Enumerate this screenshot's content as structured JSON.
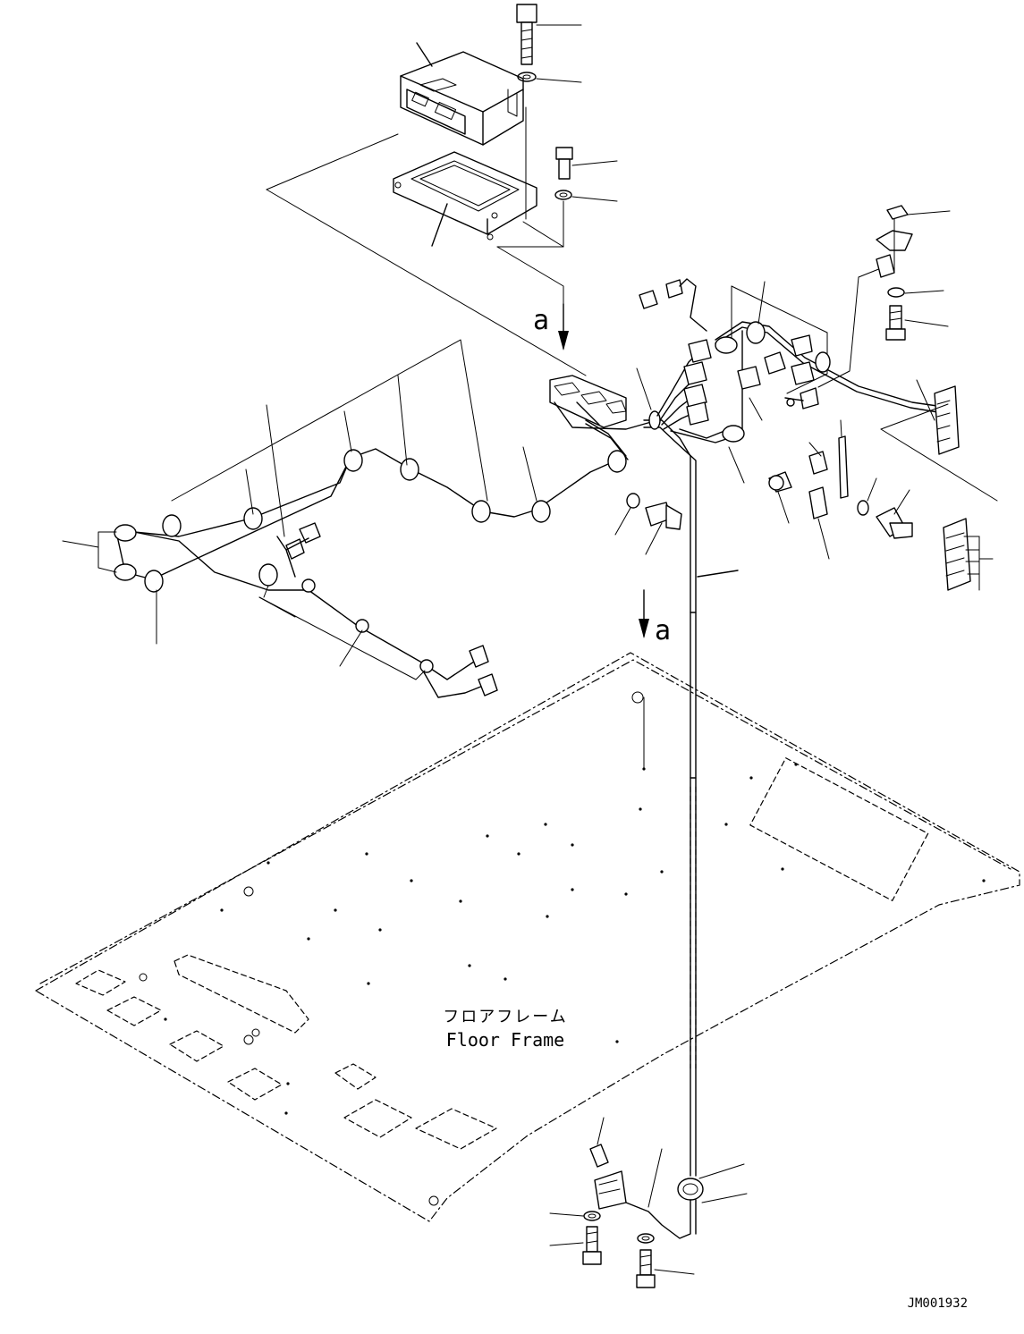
{
  "floor_label_jp": "フロアフレーム",
  "floor_label_en": "Floor Frame",
  "view_marker_top": "a",
  "view_marker_bottom": "a",
  "drawing_number": "JM001932"
}
